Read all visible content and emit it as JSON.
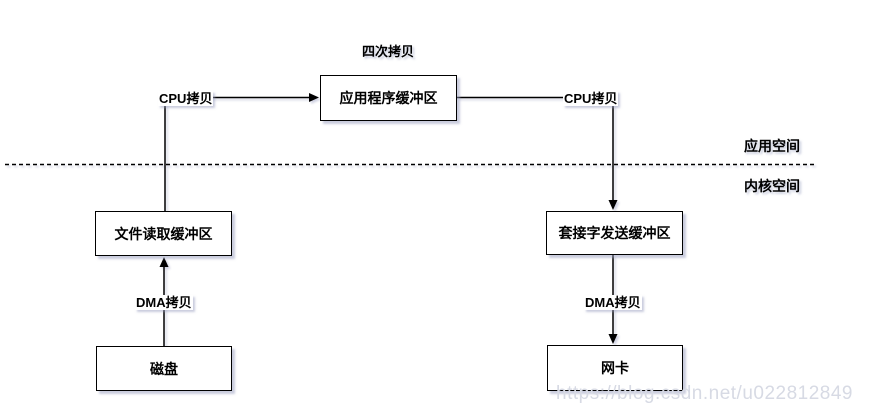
{
  "diagram": {
    "title": "四次拷贝",
    "space_labels": {
      "upper": "应用空间",
      "lower": "内核空间"
    },
    "nodes": [
      {
        "id": "app-buffer",
        "label": "应用程序缓冲区"
      },
      {
        "id": "file-read-buffer",
        "label": "文件读取缓冲区"
      },
      {
        "id": "socket-send-buffer",
        "label": "套接字发送缓冲区"
      },
      {
        "id": "disk",
        "label": "磁盘"
      },
      {
        "id": "nic",
        "label": "网卡"
      }
    ],
    "edge_labels": [
      {
        "id": "cpu-copy-left",
        "label": "CPU拷贝"
      },
      {
        "id": "cpu-copy-right",
        "label": "CPU拷贝"
      },
      {
        "id": "dma-copy-left",
        "label": "DMA拷贝"
      },
      {
        "id": "dma-copy-right",
        "label": "DMA拷贝"
      }
    ],
    "watermark": "https://blog.csdn.net/u022812849",
    "colors": {
      "background": "#ffffff",
      "line": "#000000",
      "node_fill": "#ffffff",
      "node_border": "#000000",
      "shadow": "#969cbe",
      "watermark_text": "#d7dae4"
    }
  }
}
